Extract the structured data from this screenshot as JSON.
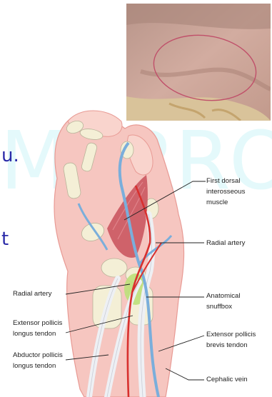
{
  "watermark": "MARROW",
  "edge_marks": [
    "u.",
    "t"
  ],
  "labels": {
    "first_dorsal": "First dorsal\ninterosseous\nmuscle",
    "radial_artery_right": "Radial artery",
    "radial_artery_left": "Radial artery",
    "snuffbox": "Anatomical\nsnuffbox",
    "epl_tendon": "Extensor pollicis\nlongus tendon",
    "epb_tendon": "Extensor pollicis\nbrevis tendon",
    "apl_tendon": "Abductor pollicis\nlongus tendon",
    "cephalic_vein": "Cephalic vein"
  },
  "colors": {
    "skin": "#f6c6c0",
    "bone": "#f4efd6",
    "vein": "#7aaedb",
    "artery": "#d8302e",
    "muscle": "#c8505a",
    "snuffbox": "#bde07a",
    "photo_ellipse": "#c0506a"
  }
}
